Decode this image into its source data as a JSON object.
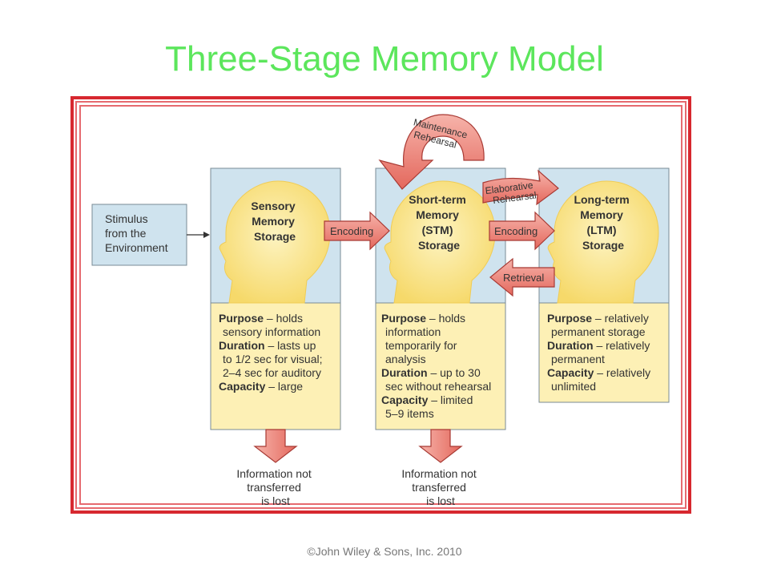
{
  "title": "Three-Stage Memory Model",
  "footer": "©John Wiley & Sons, Inc. 2010",
  "colors": {
    "title": "#5ce65c",
    "frame": "#d7282f",
    "stage_top": "#cfe3ee",
    "stage_bottom": "#fdf0b5",
    "head": "#f8e07a",
    "arrow_fill": "#ef8a7f",
    "arrow_stroke": "#a83a34"
  },
  "diagram": {
    "stimulus": [
      "Stimulus",
      "from the",
      "Environment"
    ],
    "sensory": {
      "name": [
        "Sensory",
        "Memory",
        "Storage"
      ],
      "desc": [
        [
          {
            "b": "Purpose",
            "t": " – holds"
          },
          {
            "t": "sensory information"
          }
        ],
        [
          {
            "b": "Duration",
            "t": "  – lasts up"
          },
          {
            "t": "to 1/2 sec for visual;"
          },
          {
            "t": "2–4 sec for auditory"
          }
        ],
        [
          {
            "b": "Capacity",
            "t": " – large"
          }
        ]
      ]
    },
    "stm": {
      "name": [
        "Short-term",
        "Memory",
        "(STM)",
        "Storage"
      ],
      "desc": [
        [
          {
            "b": "Purpose",
            "t": " – holds"
          },
          {
            "t": "information"
          },
          {
            "t": "temporarily for"
          },
          {
            "t": "analysis"
          }
        ],
        [
          {
            "b": "Duration",
            "t": "  – up to 30"
          },
          {
            "t": "sec without rehearsal"
          }
        ],
        [
          {
            "b": "Capacity",
            "t": " – limited"
          },
          {
            "t": "5–9 items"
          }
        ]
      ]
    },
    "ltm": {
      "name": [
        "Long-term",
        "Memory",
        "(LTM)",
        "Storage"
      ],
      "desc": [
        [
          {
            "b": "Purpose",
            "t": " – relatively"
          },
          {
            "t": "permanent storage"
          }
        ],
        [
          {
            "b": "Duration",
            "t": " – relatively"
          },
          {
            "t": "permanent"
          }
        ],
        [
          {
            "b": "Capacity",
            "t": " – relatively"
          },
          {
            "t": "unlimited"
          }
        ]
      ]
    },
    "encoding_1": "Encoding",
    "encoding_2": "Encoding",
    "retrieval": "Retrieval",
    "maintenance": [
      "Maintenance",
      "Rehearsal"
    ],
    "elaborative": [
      "Elaborative",
      "Rehearsal"
    ],
    "lost_1": [
      "Information not",
      "transferred",
      "is lost"
    ],
    "lost_2": [
      "Information not",
      "transferred",
      "is lost"
    ]
  }
}
